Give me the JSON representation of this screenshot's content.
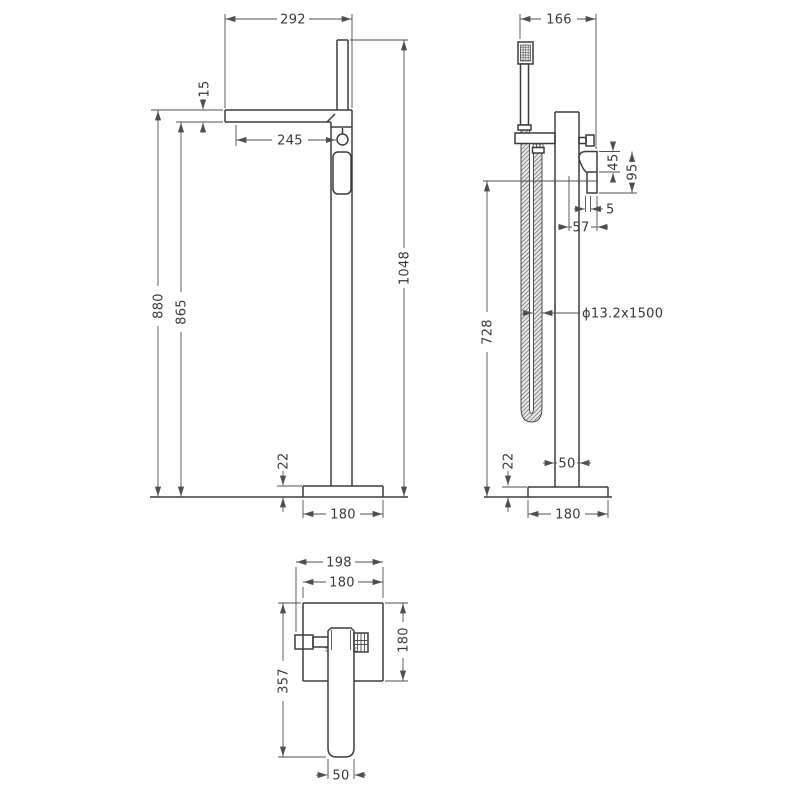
{
  "drawing": {
    "type": "technical-orthographic-views",
    "subject": "freestanding bath shower mixer tap",
    "colors": {
      "line": "#3d3d3d",
      "dimension": "#4f4f4f",
      "text": "#3a3a3a",
      "background": "#ffffff"
    },
    "views": {
      "front": {
        "dims": {
          "spout_reach": "292",
          "spout_thickness": "15",
          "tip_to_diverter": "245",
          "overall_height": "1048",
          "height_to_spout_top": "880",
          "height_to_spout_underside": "865",
          "base_thickness": "22",
          "base_width": "180"
        }
      },
      "side": {
        "dims": {
          "overall_depth": "166",
          "handle_top_offset": "45",
          "handle_height": "95",
          "outlet_lip": "5",
          "handle_projection": "57",
          "hose_spec": "ϕ13.2x1500",
          "outlet_height": "728",
          "base_thickness": "22",
          "column_width": "50",
          "base_width": "180"
        }
      },
      "plan": {
        "dims": {
          "overall_width": "198",
          "plate_width": "180",
          "plate_depth": "180",
          "overall_depth": "357",
          "spout_bar_width": "50"
        }
      }
    }
  }
}
